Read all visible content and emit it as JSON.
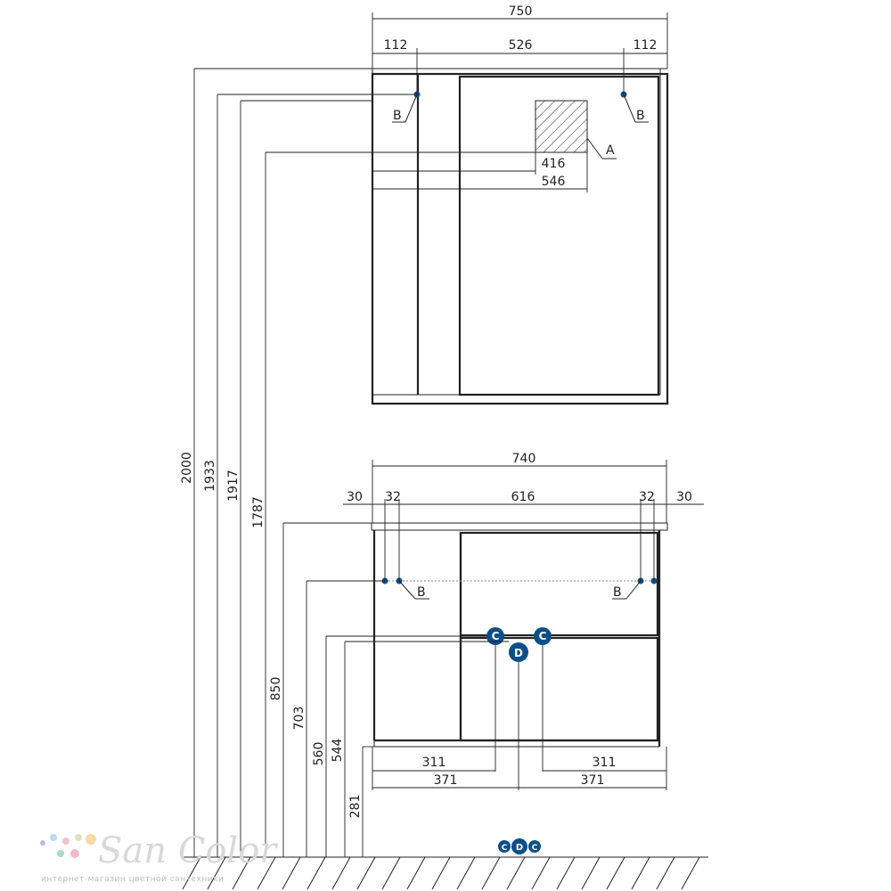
{
  "top_unit": {
    "width": "750",
    "left_offset": "112",
    "between_holes": "526",
    "right_offset": "112",
    "hatch_from_left_1": "416",
    "hatch_from_left_2": "546",
    "label_a": "A",
    "label_b_left": "B",
    "label_b_right": "B"
  },
  "bottom_unit": {
    "width": "740",
    "left_edge": "30",
    "left_hole": "32",
    "between_holes": "616",
    "right_hole": "32",
    "right_edge": "30",
    "label_b_left": "B",
    "label_b_right": "B",
    "drain_left_311": "311",
    "drain_right_311": "311",
    "center_left_371": "371",
    "center_right_371": "371"
  },
  "heights": {
    "h_2000": "2000",
    "h_1933": "1933",
    "h_1917": "1917",
    "h_1787": "1787",
    "h_850": "850",
    "h_703": "703",
    "h_560": "560",
    "h_544": "544",
    "h_281": "281"
  },
  "markers": {
    "c": "C",
    "d": "D"
  },
  "logo": {
    "name": "San Color",
    "tagline": "интернет-магазин цветной сантехники"
  },
  "colors": {
    "line": "#222222",
    "accent": "#0b4f8a",
    "logo": "#d8d8d8"
  }
}
